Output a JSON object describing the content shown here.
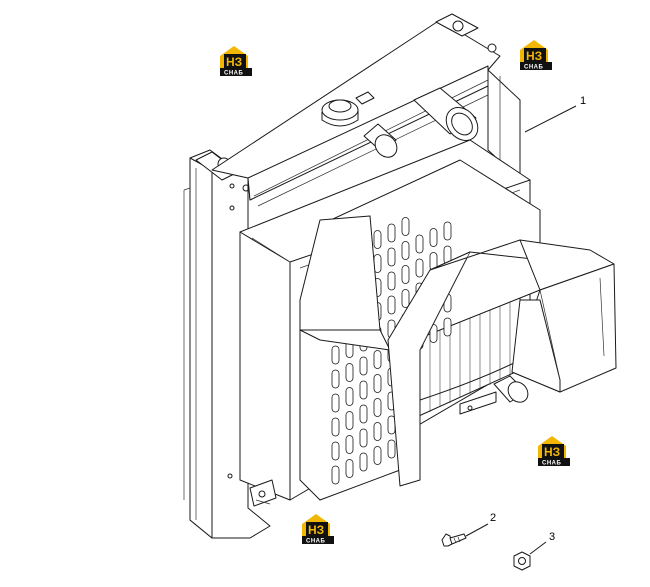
{
  "diagram": {
    "callouts": [
      {
        "id": "1",
        "label": "1"
      },
      {
        "id": "2",
        "label": "2"
      },
      {
        "id": "3",
        "label": "3"
      }
    ]
  },
  "watermark": {
    "brand_top": "НЗ",
    "brand_bottom": "СНАБ",
    "colors": {
      "yellow": "#f2b705",
      "black": "#111111",
      "white": "#ffffff"
    }
  }
}
